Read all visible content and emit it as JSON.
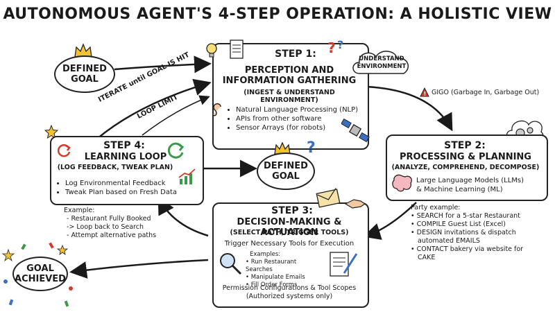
{
  "title": "AUTONOMOUS AGENT'S 4-STEP OPERATION: A HOLISTIC VIEW",
  "step1": {
    "label": "STEP 1:",
    "heading_line1": "PERCEPTION AND",
    "heading_line2": "INFORMATION GATHERING",
    "subtitle": "(INGEST & UNDERSTAND ENVIRONMENT)",
    "bullets": [
      "Natural Language Processing (NLP)",
      "APIs from other software",
      "Sensor Arrays (for robots)"
    ]
  },
  "step2": {
    "label": "STEP 2:",
    "heading": "PROCESSING & PLANNING",
    "subtitle": "(ANALYZE, COMPREHEND, DECOMPOSE)",
    "line1": "Large Language Models (LLMs)",
    "line2": "& Machine Learning (ML)"
  },
  "step3": {
    "label": "STEP 3:",
    "heading": "DECISION-MAKING & ACTUATION",
    "subtitle": "(SELECT PATH, TRIGGER TOOLS)",
    "trigger": "Trigger Necessary Tools for Execution",
    "examples_label": "Examples:",
    "examples": [
      "Run Restaurant Searches",
      "Manipulate Emails",
      "Fill Order Forms"
    ],
    "permission_line1": "Permission Configurations & Tool Scopes",
    "permission_line2": "(Authorized systems only)"
  },
  "step4": {
    "label": "STEP 4:",
    "heading": "LEARNING LOOP",
    "subtitle": "(LOG FEEDBACK, TWEAK PLAN)",
    "bullets": [
      "Log Environmental Feedback",
      "Tweak Plan based on Fresh Data"
    ]
  },
  "defined_goal_top": {
    "line1": "DEFINED",
    "line2": "GOAL"
  },
  "defined_goal_center": {
    "line1": "DEFINED",
    "line2": "GOAL"
  },
  "goal_achieved": {
    "line1": "GOAL",
    "line2": "ACHIEVED"
  },
  "understand_env": {
    "line1": "UNDERSTAND",
    "line2": "ENVIRONMENT"
  },
  "gigo": "GIGO (Garbage In, Garbage Out)",
  "iterate": "ITERATE until GOAL IS HIT",
  "loop_limit": "LOOP LIMIT",
  "party": {
    "label": "Party example:",
    "items": [
      "SEARCH for a 5-star Restaurant",
      "COMPILE Guest List (Excel)",
      "DESIGN invitations & dispatch",
      "automated EMAILS",
      "CONTACT bakery via website for",
      "CAKE"
    ]
  },
  "loop_example": {
    "label": "Example:",
    "line1": "- Restaurant Fully Booked",
    "line2": "-> Loop back to Search",
    "line3": "- Attempt alternative paths"
  },
  "colors": {
    "arrow": "#1a1a1a",
    "gold": "#f2c230",
    "green": "#3a9a4a",
    "red": "#d23a2a",
    "blue": "#3a6fc4"
  }
}
